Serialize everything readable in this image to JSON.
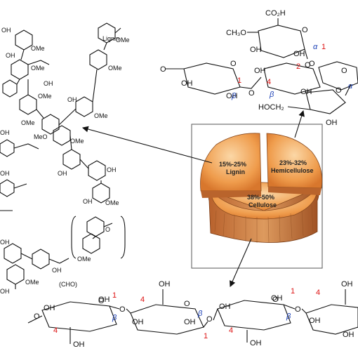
{
  "pie": {
    "lignin": {
      "percent": "15%-25%",
      "name": "Lignin"
    },
    "hemicellulose": {
      "percent": "23%-32%",
      "name": "Hemicellulose"
    },
    "cellulose": {
      "percent": "38%-50%",
      "name": "Cellulose"
    }
  },
  "hemicellulose_structure": {
    "acid_group": "CO₂H",
    "methoxy": "CH₃O",
    "oh": "OH",
    "o": "O",
    "hoch2": "HOCH₂",
    "alpha": "α",
    "beta": "β",
    "num1": "1",
    "num2": "2",
    "num4": "4"
  },
  "cellulose_structure": {
    "oh": "OH",
    "o": "O",
    "beta": "β",
    "num1": "1",
    "num4": "4"
  },
  "lignin_structure": {
    "ome": "OMe",
    "meo": "MeO",
    "oh": "OH",
    "o": "O",
    "lignin_tag": "Lignin",
    "cho": "(CHO)"
  },
  "colors": {
    "slice_fill": "#e6883a",
    "slice_light": "#f6c48a",
    "bark": "#c9773b",
    "frame": "#555555"
  }
}
